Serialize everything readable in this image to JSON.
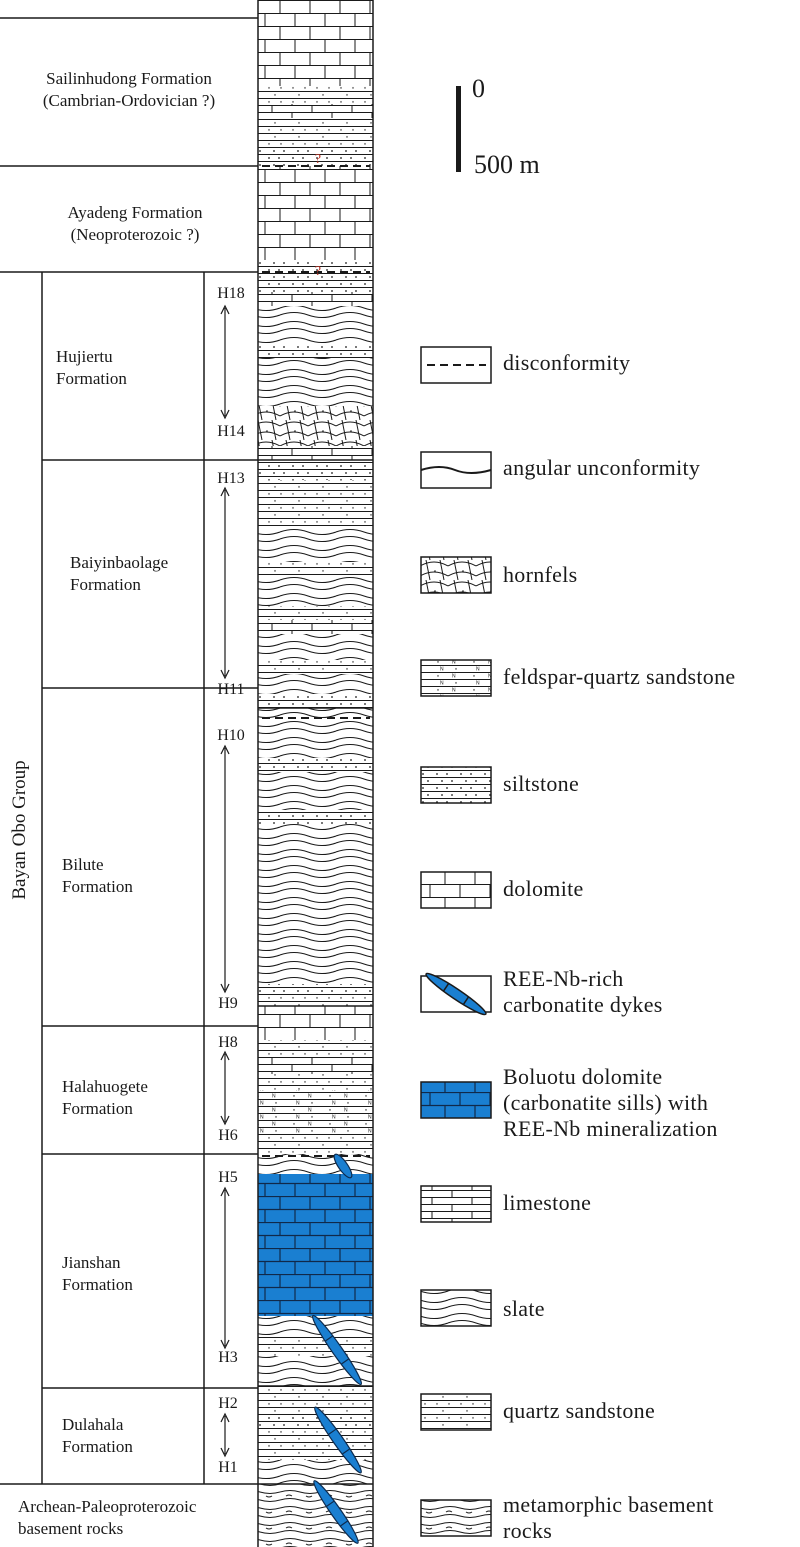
{
  "formations": [
    {
      "id": "sailinhudong",
      "name": "Sailinhudong Formation",
      "age": "(Cambrian-Ordovician ?)"
    },
    {
      "id": "ayadeng",
      "name": "Ayadeng Formation",
      "age": "(Neoproterozoic ?)"
    },
    {
      "id": "hujiertu",
      "name": "Hujiertu",
      "name2": "Formation"
    },
    {
      "id": "baiyinbaolage",
      "name": "Baiyinbaolage",
      "name2": "Formation"
    },
    {
      "id": "bilute",
      "name": "Bilute",
      "name2": "Formation"
    },
    {
      "id": "halahuogete",
      "name": "Halahuogete",
      "name2": "Formation"
    },
    {
      "id": "jianshan",
      "name": "Jianshan",
      "name2": "Formation"
    },
    {
      "id": "dulahala",
      "name": "Dulahala",
      "name2": "Formation"
    },
    {
      "id": "basement",
      "name": "Archean-Paleoproterozoic",
      "name2": "basement rocks"
    }
  ],
  "group_label": "Bayan Obo Group",
  "unit_ranges": [
    {
      "top": "H18",
      "bottom": "H14"
    },
    {
      "top": "H13",
      "bottom": "H11"
    },
    {
      "top": "H10",
      "bottom": "H9"
    },
    {
      "top": "H8",
      "bottom": "H6"
    },
    {
      "top": "H5",
      "bottom": "H3"
    },
    {
      "top": "H2",
      "bottom": "H1"
    }
  ],
  "uncertain_mark": "?",
  "scale": {
    "zero": "0",
    "length": "500 m"
  },
  "legend": [
    {
      "id": "disconformity",
      "lines": [
        "disconformity"
      ]
    },
    {
      "id": "angular-unconformity",
      "lines": [
        "angular unconformity"
      ]
    },
    {
      "id": "hornfels",
      "lines": [
        "hornfels"
      ]
    },
    {
      "id": "feldspar-quartz-sandstone",
      "lines": [
        "feldspar-quartz sandstone"
      ]
    },
    {
      "id": "siltstone",
      "lines": [
        "siltstone"
      ]
    },
    {
      "id": "dolomite",
      "lines": [
        "dolomite"
      ]
    },
    {
      "id": "carbonatite-dykes",
      "lines": [
        "REE-Nb-rich",
        "carbonatite dykes"
      ]
    },
    {
      "id": "boluotu-dolomite",
      "lines": [
        "Boluotu dolomite",
        "(carbonatite sills) with",
        "REE-Nb mineralization"
      ]
    },
    {
      "id": "limestone",
      "lines": [
        "limestone"
      ]
    },
    {
      "id": "slate",
      "lines": [
        "slate"
      ]
    },
    {
      "id": "quartz-sandstone",
      "lines": [
        "quartz sandstone"
      ]
    },
    {
      "id": "metamorphic-basement",
      "lines": [
        "metamorphic basement",
        "rocks"
      ]
    }
  ],
  "colors": {
    "line": "#1a1a1a",
    "sill_blue": "#1a7fd1",
    "question_red": "#c0392b"
  }
}
